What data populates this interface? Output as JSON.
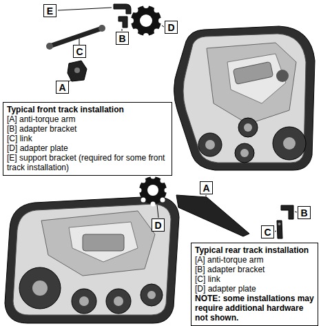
{
  "diagram": {
    "nodes": [
      {
        "text": [
          "E"
        ]
      },
      {
        "text": [
          "B"
        ]
      },
      {
        "text": [
          "D"
        ]
      },
      {
        "text": [
          "C"
        ]
      },
      {
        "text": [
          "A"
        ]
      },
      {
        "text": [
          "Typical front track installation",
          "[A] anti-torque arm",
          "[B] adapter bracket",
          "[C] link",
          "[D] adapter plate",
          "[E] support bracket (required for some front track installation)"
        ]
      },
      {
        "text": [
          "D"
        ]
      },
      {
        "text": [
          "A"
        ]
      },
      {
        "text": [
          "B"
        ]
      },
      {
        "text": [
          "C"
        ]
      },
      {
        "text": [
          "Typical rear track installation",
          "[A] anti-torque arm",
          "[B] adapter bracket",
          "[C] link",
          "[D] adapter plate",
          "NOTE: some installations may require additional hardware not shown."
        ]
      }
    ]
  }
}
